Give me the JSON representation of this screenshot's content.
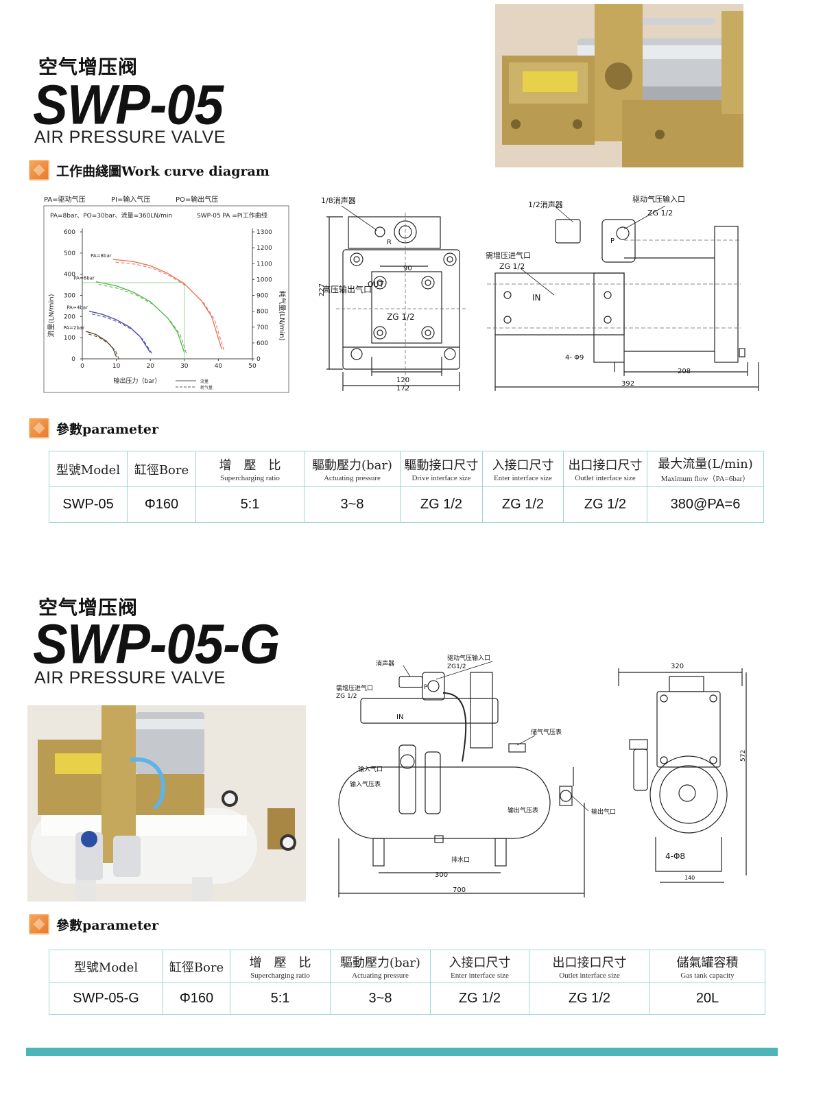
{
  "section1": {
    "cn_title": "空气增压阀",
    "model": "SWP-05",
    "en_title": "AIR PRESSURE VALVE",
    "curve_heading": "工作曲綫圖Work curve diagram",
    "param_heading": "參數parameter"
  },
  "legend_top": {
    "pa": "PA=驱动气压",
    "pi": "PI=输入气压",
    "po": "PO=输出气压"
  },
  "chart_data": {
    "type": "line",
    "title": "",
    "annotation_left": "PA=8bar、PO=30bar、流量=360LN/min",
    "annotation_right": "SWP-05 PA =PI工作曲线",
    "xlabel": "输出压力（bar）",
    "ylabel": "流量(LN/min)",
    "y2label": "耗气量(LN/min)",
    "xlim": [
      0,
      50
    ],
    "ylim": [
      0,
      600
    ],
    "y2lim": [
      0,
      1300
    ],
    "x_ticks": [
      "0",
      "10",
      "20",
      "30",
      "40",
      "50"
    ],
    "y_ticks": [
      "0",
      "100",
      "200",
      "300",
      "400",
      "500",
      "600"
    ],
    "y2_ticks": [
      "0",
      "600",
      "700",
      "800",
      "900",
      "1000",
      "1100",
      "1200",
      "1300"
    ],
    "legend": [
      "流量",
      "耗气量"
    ],
    "reference_point": {
      "x": 30,
      "y": 360
    },
    "series": [
      {
        "name": "PA=8bar",
        "x": [
          9,
          15,
          20,
          25,
          30,
          35,
          38,
          41
        ],
        "y": [
          470,
          460,
          440,
          405,
          355,
          275,
          200,
          45
        ]
      },
      {
        "name": "PA=6bar",
        "x": [
          4,
          10,
          15,
          20,
          25,
          28,
          30
        ],
        "y": [
          365,
          345,
          315,
          270,
          195,
          125,
          30
        ]
      },
      {
        "name": "PA=4bar",
        "x": [
          2,
          6,
          10,
          14,
          17,
          20
        ],
        "y": [
          225,
          210,
          185,
          150,
          105,
          30
        ]
      },
      {
        "name": "PA=2bar",
        "x": [
          1,
          4,
          7,
          9,
          10
        ],
        "y": [
          130,
          115,
          85,
          50,
          10
        ]
      }
    ]
  },
  "drawing1_front": {
    "muffler": "1/8消声器",
    "r": "R",
    "out": "OUT",
    "out_label": "高压输出气口",
    "port": "ZG 1/2",
    "dim_90": "90",
    "dim_227": "227",
    "dim_120": "120",
    "dim_172": "172"
  },
  "drawing1_side": {
    "muffler": "1/2消声器",
    "drive_inlet": "驱动气压输入口",
    "drive_port": "ZG 1/2",
    "p": "P",
    "boost_inlet": "需增压进气口",
    "boost_port": "ZG 1/2",
    "in": "IN",
    "holes": "4- Φ9",
    "dim_208": "208",
    "dim_392": "392"
  },
  "table1": {
    "headers": [
      {
        "cn": "型號Model",
        "en": ""
      },
      {
        "cn": "缸徑Bore",
        "en": ""
      },
      {
        "cn": "增　壓　比",
        "en": "Supercharging ratio"
      },
      {
        "cn": "驅動壓力(bar)",
        "en": "Actuating pressure"
      },
      {
        "cn": "驅動接口尺寸",
        "en": "Drive interface size"
      },
      {
        "cn": "入接口尺寸",
        "en": "Enter interface size"
      },
      {
        "cn": "出口接口尺寸",
        "en": "Outlet interface size"
      },
      {
        "cn": "最大流量(L/min)",
        "en": "Maximum flow（PA=6bar）"
      }
    ],
    "row": [
      "SWP-05",
      "Φ160",
      "5:1",
      "3~8",
      "ZG 1/2",
      "ZG 1/2",
      "ZG 1/2",
      "380@PA=6"
    ]
  },
  "section2": {
    "cn_title": "空气增压阀",
    "model": "SWP-05-G",
    "en_title": "AIR PRESSURE VALVE",
    "param_heading": "參數parameter"
  },
  "drawing2_front": {
    "muffler": "消声器",
    "drive_inlet": "驱动气压输入口",
    "drive_port": "ZG1/2",
    "boost_inlet": "需增压进气口",
    "boost_port": "ZG 1/2",
    "p": "P",
    "in": "IN",
    "tank_gauge": "储气气压表",
    "inlet": "输入气口",
    "inlet_gauge": "输入气压表",
    "outlet_gauge": "输出气压表",
    "outlet": "输出气口",
    "drain": "排水口",
    "dim_300": "300",
    "dim_700": "700"
  },
  "drawing2_side": {
    "dim_320": "320",
    "dim_572": "572",
    "holes": "4-Φ8",
    "dim_140": "140"
  },
  "table2": {
    "headers": [
      {
        "cn": "型號Model",
        "en": ""
      },
      {
        "cn": "缸徑Bore",
        "en": ""
      },
      {
        "cn": "增　壓　比",
        "en": "Supercharging ratio"
      },
      {
        "cn": "驅動壓力(bar)",
        "en": "Actuating pressure"
      },
      {
        "cn": "入接口尺寸",
        "en": "Enter interface size"
      },
      {
        "cn": "出口接口尺寸",
        "en": "Outlet interface size"
      },
      {
        "cn": "儲氣罐容積",
        "en": "Gas tank capacity"
      }
    ],
    "row": [
      "SWP-05-G",
      "Φ160",
      "5:1",
      "3~8",
      "ZG 1/2",
      "ZG 1/2",
      "20L"
    ]
  }
}
